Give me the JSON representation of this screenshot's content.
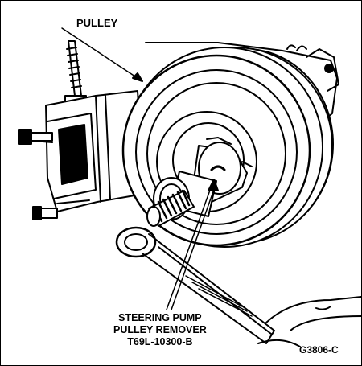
{
  "labels": {
    "pulley": "PULLEY",
    "tool_line1": "STEERING PUMP",
    "tool_line2": "PULLEY REMOVER",
    "tool_line3": "T69L-10300-B",
    "figure_code": "G3806-C"
  }
}
